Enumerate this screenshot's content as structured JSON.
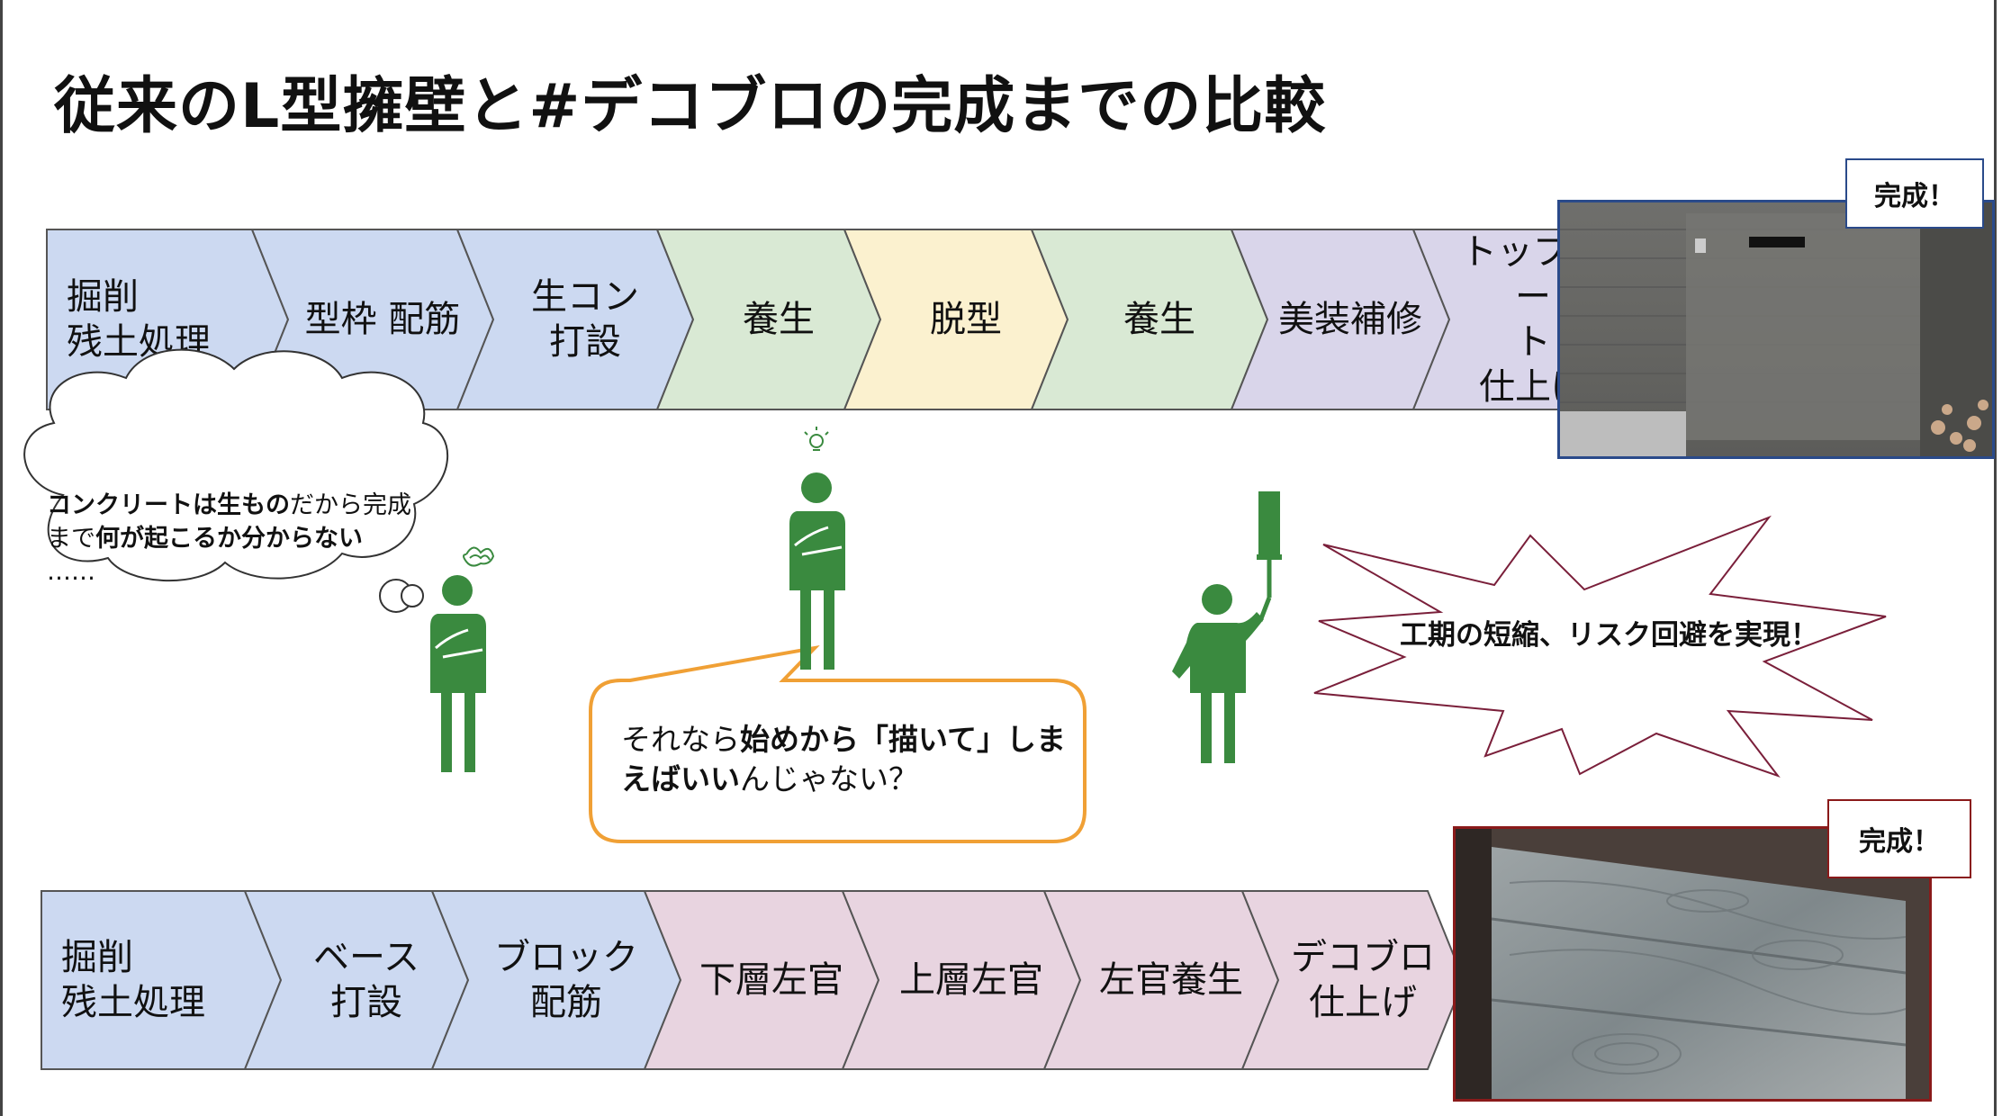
{
  "title": "従来のL型擁壁と#デコブロの完成までの比較",
  "top_flow": {
    "steps": [
      {
        "label": "掘削\n残土処理",
        "color": "#ccd9f1"
      },
      {
        "label": "型枠 配筋",
        "color": "#ccd9f1"
      },
      {
        "label": "生コン\n打設",
        "color": "#ccd9f1"
      },
      {
        "label": "養生",
        "color": "#d9e9d4"
      },
      {
        "label": "脱型",
        "color": "#fbf1cf"
      },
      {
        "label": "養生",
        "color": "#d9e9d4"
      },
      {
        "label": "美装補修",
        "color": "#d9d5ea"
      },
      {
        "label": "トップコー\nト\n仕上げ",
        "color": "#d9d5ea"
      }
    ],
    "complete_label": "完成！"
  },
  "bottom_flow": {
    "steps": [
      {
        "label": "掘削\n残土処理",
        "color": "#ccd9f1"
      },
      {
        "label": "ベース\n打設",
        "color": "#ccd9f1"
      },
      {
        "label": "ブロック\n配筋",
        "color": "#ccd9f1"
      },
      {
        "label": "下層左官",
        "color": "#e8d4e0"
      },
      {
        "label": "上層左官",
        "color": "#e8d4e0"
      },
      {
        "label": "左官養生",
        "color": "#e8d4e0"
      },
      {
        "label": "デコブロ\n仕上げ",
        "color": "#e8d4e0"
      }
    ],
    "complete_label": "完成！"
  },
  "thought_cloud": {
    "line1_bold": "コンクリートは生もの",
    "line1_normal": "だから完成",
    "line2_normal": "まで",
    "line2_bold": "何が起こるか分からない",
    "line3": "……"
  },
  "speech_bubble": {
    "part1_normal": "それなら",
    "part1_bold": "始めから「描いて」しま",
    "part2_bold": "えばいい",
    "part2_normal": "んじゃない？"
  },
  "burst_text": "工期の短縮、リスク回避を実現！",
  "icons": {
    "person_color": "#3a8a3f",
    "bulb": "lightbulb-icon",
    "confused": "scribble-icon",
    "roller": "paint-roller-icon"
  }
}
